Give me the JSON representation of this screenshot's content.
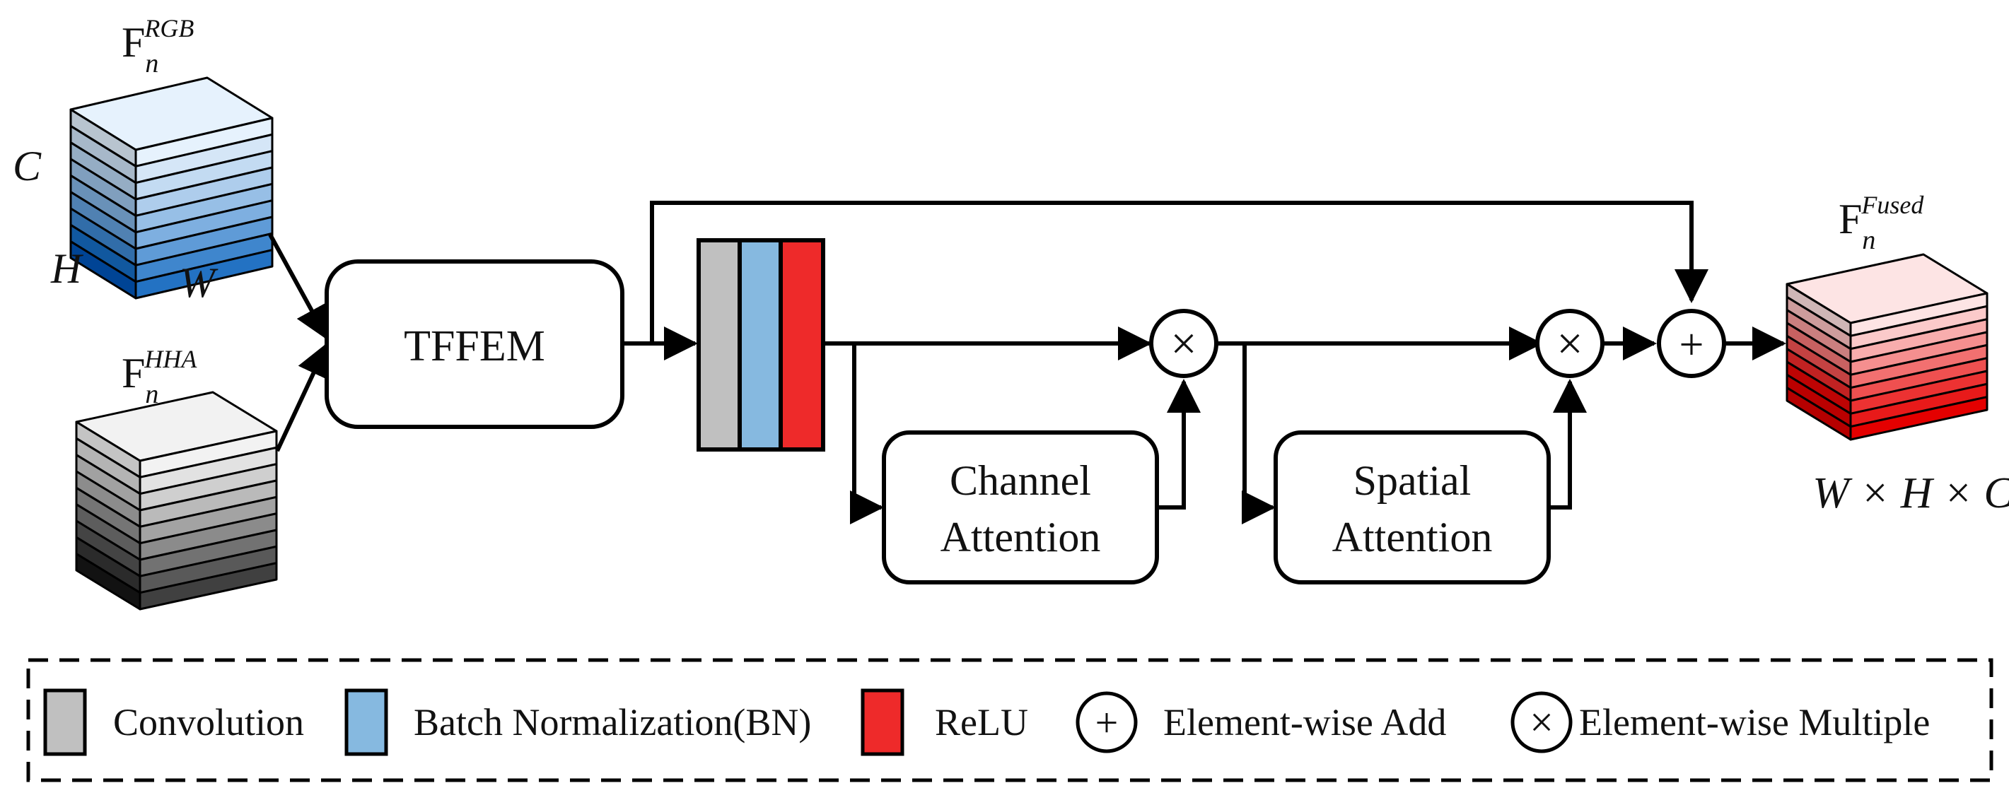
{
  "inputs": {
    "rgb": {
      "base": "F",
      "sub": "n",
      "sup": "RGB"
    },
    "hha": {
      "base": "F",
      "sub": "n",
      "sup": "HHA"
    },
    "dims": {
      "c": "C",
      "h": "H",
      "w": "W"
    }
  },
  "output": {
    "base": "F",
    "sub": "n",
    "sup": "Fused",
    "dims": "W × H × C"
  },
  "modules": {
    "tffem": "TFFEM",
    "channel_attention": [
      "Channel",
      "Attention"
    ],
    "spatial_attention": [
      "Spatial",
      "Attention"
    ]
  },
  "operators": {
    "add_symbol": "+",
    "multiply_symbol": "×"
  },
  "legend": {
    "convolution": "Convolution",
    "batch_norm": "Batch Normalization(BN)",
    "relu": "ReLU",
    "add": "Element-wise Add",
    "multiply": "Element-wise Multiple"
  },
  "colors": {
    "convolution": "#c0c0c0",
    "batch_norm": "#86b9e0",
    "relu": "#ee2a2a",
    "rgb_stack": [
      "#e6f2fd",
      "#d5e6f7",
      "#c3dbf2",
      "#aecdec",
      "#97bfe6",
      "#7eafe0",
      "#5f9bd7",
      "#3f86cd",
      "#2372c3"
    ],
    "hha_stack": [
      "#f2f2f2",
      "#e2e2e2",
      "#cfcfcf",
      "#bababa",
      "#a3a3a3",
      "#8b8b8b",
      "#727272",
      "#595959",
      "#404040"
    ],
    "fused_stack": [
      "#fde4e4",
      "#fbcaca",
      "#f8adad",
      "#f58f8f",
      "#f27070",
      "#ef5050",
      "#ec3232",
      "#e81a1a",
      "#e40000"
    ]
  }
}
